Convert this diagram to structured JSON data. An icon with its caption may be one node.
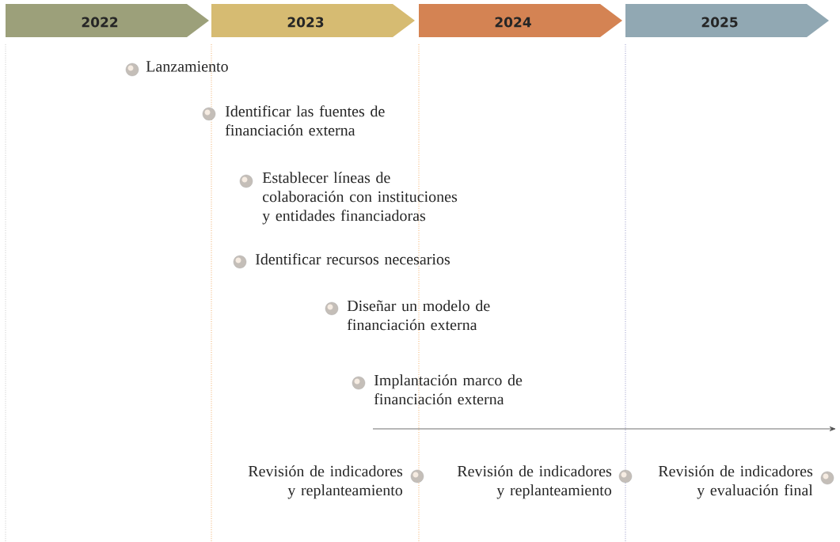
{
  "diagram": {
    "nodes": [
      {
        "text": [
          "2022"
        ]
      },
      {
        "text": [
          "2023"
        ]
      },
      {
        "text": [
          "2024"
        ]
      },
      {
        "text": [
          "2025"
        ]
      },
      {
        "text": [
          "Lanzamiento"
        ]
      },
      {
        "text": [
          "Identificar las fuentes de financiación externa"
        ]
      },
      {
        "text": [
          "Establecer líneas de colaboración con instituciones y entidades financiadoras"
        ]
      },
      {
        "text": [
          "Identificar recursos necesarios"
        ]
      },
      {
        "text": [
          "Diseñar un modelo de financiación externa"
        ]
      },
      {
        "text": [
          "Implantación marco de financiación externa"
        ]
      },
      {
        "text": [
          "Revisión de indicadores y replanteamiento"
        ]
      },
      {
        "text": [
          "Revisión de indicadores y replanteamiento"
        ]
      },
      {
        "text": [
          "Revisión de indicadores y evaluación final"
        ]
      }
    ],
    "edges": []
  }
}
